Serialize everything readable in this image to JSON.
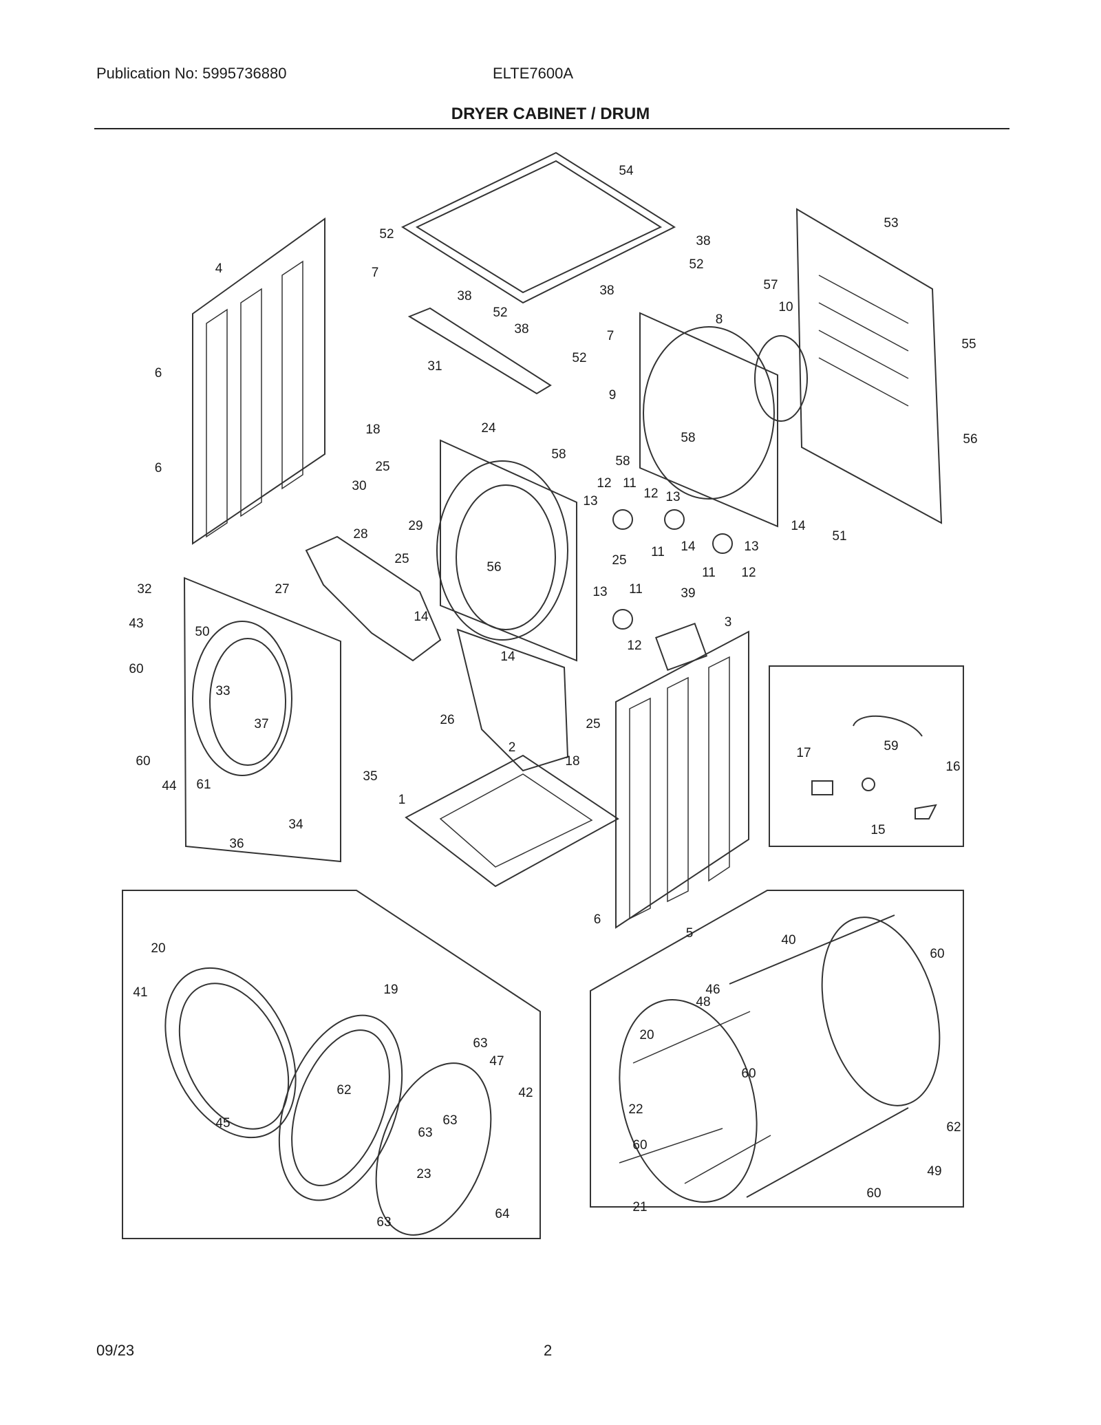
{
  "header": {
    "publication": "Publication No: 5995736880",
    "model": "ELTE7600A",
    "title": "DRYER CABINET / DRUM"
  },
  "footer": {
    "date": "09/23",
    "page": "2"
  },
  "callouts": [
    {
      "label": "54"
    },
    {
      "label": "53"
    },
    {
      "label": "52"
    },
    {
      "label": "38"
    },
    {
      "label": "52"
    },
    {
      "label": "7"
    },
    {
      "label": "4"
    },
    {
      "label": "38"
    },
    {
      "label": "38"
    },
    {
      "label": "57"
    },
    {
      "label": "52"
    },
    {
      "label": "38"
    },
    {
      "label": "8"
    },
    {
      "label": "10"
    },
    {
      "label": "7"
    },
    {
      "label": "55"
    },
    {
      "label": "31"
    },
    {
      "label": "52"
    },
    {
      "label": "6"
    },
    {
      "label": "9"
    },
    {
      "label": "18"
    },
    {
      "label": "58"
    },
    {
      "label": "24"
    },
    {
      "label": "56"
    },
    {
      "label": "6"
    },
    {
      "label": "25"
    },
    {
      "label": "58"
    },
    {
      "label": "58"
    },
    {
      "label": "30"
    },
    {
      "label": "12"
    },
    {
      "label": "11"
    },
    {
      "label": "12"
    },
    {
      "label": "13"
    },
    {
      "label": "13"
    },
    {
      "label": "29"
    },
    {
      "label": "14"
    },
    {
      "label": "51"
    },
    {
      "label": "28"
    },
    {
      "label": "11"
    },
    {
      "label": "14"
    },
    {
      "label": "13"
    },
    {
      "label": "25"
    },
    {
      "label": "25"
    },
    {
      "label": "11"
    },
    {
      "label": "12"
    },
    {
      "label": "56"
    },
    {
      "label": "32"
    },
    {
      "label": "27"
    },
    {
      "label": "13"
    },
    {
      "label": "11"
    },
    {
      "label": "39"
    },
    {
      "label": "43"
    },
    {
      "label": "14"
    },
    {
      "label": "3"
    },
    {
      "label": "50"
    },
    {
      "label": "12"
    },
    {
      "label": "14"
    },
    {
      "label": "60"
    },
    {
      "label": "33"
    },
    {
      "label": "37"
    },
    {
      "label": "26"
    },
    {
      "label": "25"
    },
    {
      "label": "59"
    },
    {
      "label": "17"
    },
    {
      "label": "16"
    },
    {
      "label": "60"
    },
    {
      "label": "2"
    },
    {
      "label": "35"
    },
    {
      "label": "18"
    },
    {
      "label": "44"
    },
    {
      "label": "61"
    },
    {
      "label": "1"
    },
    {
      "label": "34"
    },
    {
      "label": "15"
    },
    {
      "label": "36"
    },
    {
      "label": "6"
    },
    {
      "label": "5"
    },
    {
      "label": "40"
    },
    {
      "label": "60"
    },
    {
      "label": "20"
    },
    {
      "label": "46"
    },
    {
      "label": "41"
    },
    {
      "label": "19"
    },
    {
      "label": "48"
    },
    {
      "label": "63"
    },
    {
      "label": "20"
    },
    {
      "label": "47"
    },
    {
      "label": "42"
    },
    {
      "label": "62"
    },
    {
      "label": "60"
    },
    {
      "label": "45"
    },
    {
      "label": "63"
    },
    {
      "label": "22"
    },
    {
      "label": "63"
    },
    {
      "label": "60"
    },
    {
      "label": "62"
    },
    {
      "label": "23"
    },
    {
      "label": "49"
    },
    {
      "label": "60"
    },
    {
      "label": "21"
    },
    {
      "label": "63"
    },
    {
      "label": "64"
    }
  ]
}
